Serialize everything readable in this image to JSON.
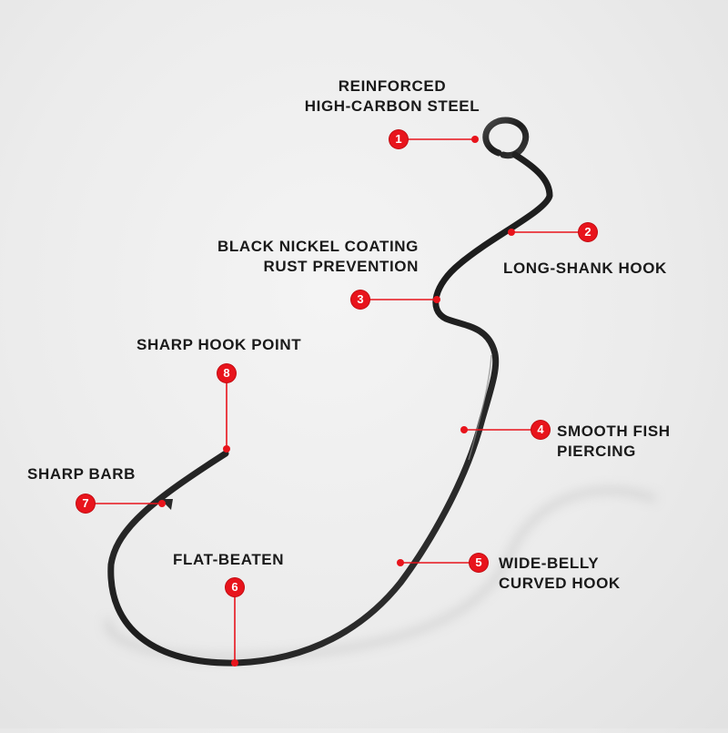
{
  "callouts": [
    {
      "num": "1",
      "lines": [
        "REINFORCED",
        "HIGH-CARBON STEEL"
      ]
    },
    {
      "num": "2",
      "lines": [
        "LONG-SHANK HOOK"
      ]
    },
    {
      "num": "3",
      "lines": [
        "BLACK NICKEL COATING",
        "RUST PREVENTION"
      ]
    },
    {
      "num": "4",
      "lines": [
        "SMOOTH FISH",
        "PIERCING"
      ]
    },
    {
      "num": "5",
      "lines": [
        "WIDE-BELLY",
        "CURVED HOOK"
      ]
    },
    {
      "num": "6",
      "lines": [
        "FLAT-BEATEN"
      ]
    },
    {
      "num": "7",
      "lines": [
        "SHARP BARB"
      ]
    },
    {
      "num": "8",
      "lines": [
        "SHARP HOOK POINT"
      ]
    }
  ],
  "colors": {
    "accent": "#e8141c",
    "hook": "#2a2a2a",
    "text": "#1a1a1a"
  }
}
